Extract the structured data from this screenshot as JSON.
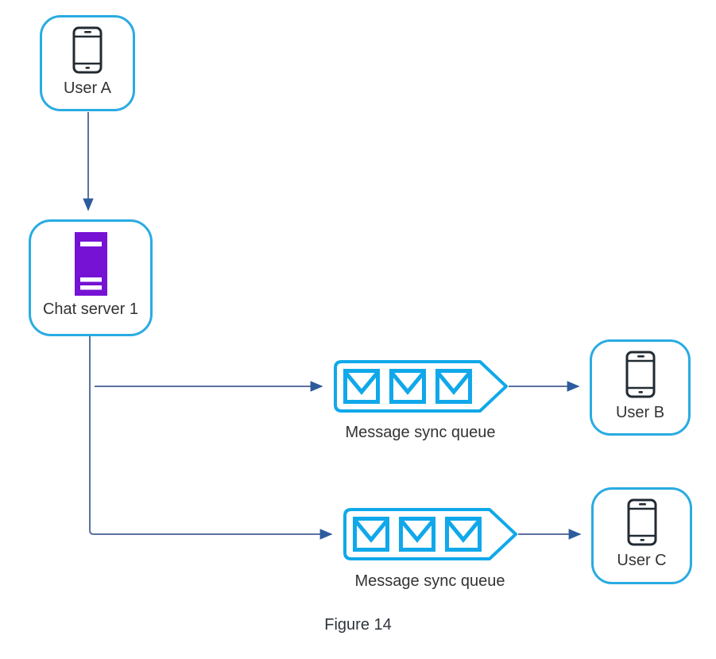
{
  "diagram": {
    "caption": "Figure 14",
    "nodes": {
      "user_a": {
        "label": "User A",
        "icon": "smartphone-icon"
      },
      "chat_server_1": {
        "label": "Chat server 1",
        "icon": "server-icon"
      },
      "queue_top": {
        "label": "Message sync queue",
        "icon": "envelope-queue-icon"
      },
      "queue_bottom": {
        "label": "Message sync queue",
        "icon": "envelope-queue-icon"
      },
      "user_b": {
        "label": "User B",
        "icon": "smartphone-icon"
      },
      "user_c": {
        "label": "User C",
        "icon": "smartphone-icon"
      }
    },
    "edges": [
      {
        "from": "user_a",
        "to": "chat_server_1"
      },
      {
        "from": "chat_server_1",
        "to": "queue_top"
      },
      {
        "from": "chat_server_1",
        "to": "queue_bottom"
      },
      {
        "from": "queue_top",
        "to": "user_b"
      },
      {
        "from": "queue_bottom",
        "to": "user_c"
      }
    ],
    "colors": {
      "node_border": "#29ABE2",
      "queue_stroke": "#10A8EA",
      "server_fill": "#7512D4",
      "connector_line": "#5B72A0",
      "arrowhead": "#2D5C9E",
      "label_text": "#333333",
      "caption_text": "#2F353D",
      "phone_outline": "#212B33",
      "background": "#FFFFFF"
    }
  }
}
